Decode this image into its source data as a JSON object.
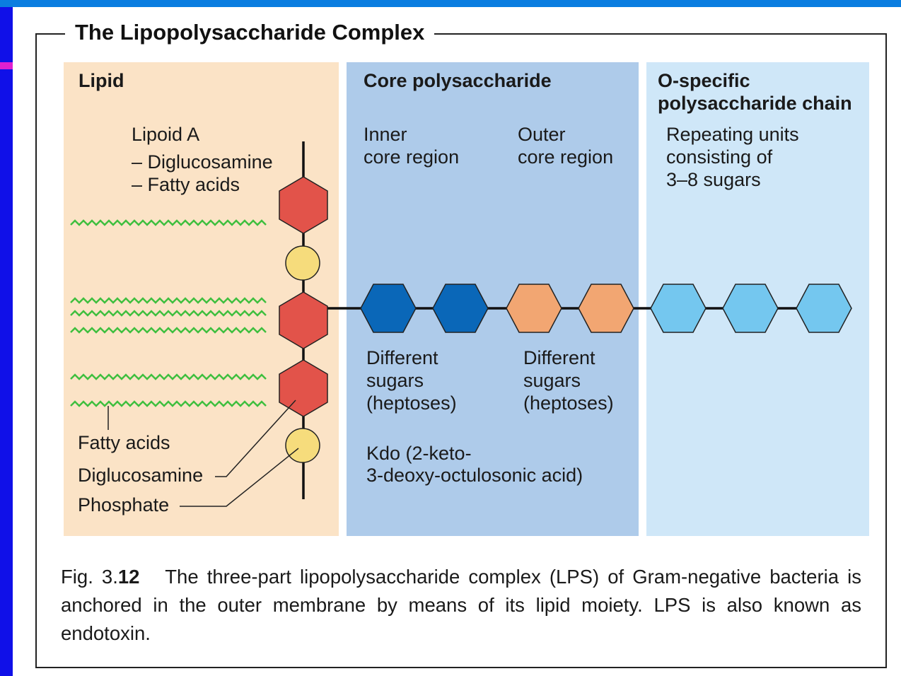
{
  "title": "The Lipopolysaccharide Complex",
  "panels": {
    "lipid": {
      "header": "Lipid"
    },
    "core": {
      "header": "Core polysaccharide"
    },
    "ospecific": {
      "header_line1": "O-specific",
      "header_line2": "polysaccharide chain"
    }
  },
  "labels": {
    "lipoid_a": "Lipoid A",
    "lipoid_diglucosamine": "– Diglucosamine",
    "lipoid_fatty_acids": "– Fatty acids",
    "inner_line1": "Inner",
    "inner_line2": "core region",
    "outer_line1": "Outer",
    "outer_line2": "core region",
    "repeat_line1": "Repeating units",
    "repeat_line2": "consisting of",
    "repeat_line3": "3–8 sugars",
    "diff1_line1": "Different",
    "diff1_line2": "sugars",
    "diff1_line3": "(heptoses)",
    "diff2_line1": "Different",
    "diff2_line2": "sugars",
    "diff2_line3": "(heptoses)",
    "kdo_line1": "Kdo (2-keto-",
    "kdo_line2": "3-deoxy-octulosonic acid)",
    "fatty_acids": "Fatty acids",
    "diglucosamine": "Diglucosamine",
    "phosphate": "Phosphate"
  },
  "caption": {
    "fig_prefix": "Fig. 3.",
    "fig_number": "12",
    "text": "The three-part lipopolysaccharide complex (LPS) of Gram-negative bacteria is anchored in the outer membrane by means of its lipid moiety. LPS is also known as endotoxin."
  },
  "colors": {
    "diglucosamine": "#e2534a",
    "phosphate": "#f6dc7c",
    "inner_core": "#0a67b8",
    "outer_core": "#f2a672",
    "o_chain": "#74c7ef",
    "fatty_acid": "#3fbf3f",
    "lipid_bg": "#fbe3c6",
    "core_bg": "#aecbea",
    "ospec_bg": "#cfe7f8"
  }
}
